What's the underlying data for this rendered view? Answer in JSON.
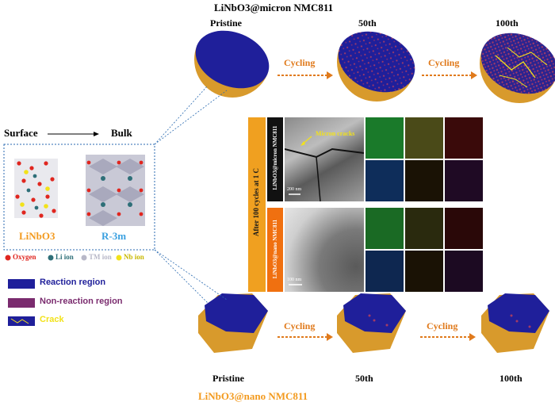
{
  "top_title": "LiNbO3@micron NMC811",
  "bottom_title": "LiNbO3@nano NMC811",
  "stages": {
    "pristine": "Pristine",
    "cycle50": "50th",
    "cycle100": "100th"
  },
  "arrow_label": "Cycling",
  "surface_label": "Surface",
  "bulk_label": "Bulk",
  "crystal_left": "LiNbO3",
  "crystal_right": "R-3m",
  "atoms": [
    {
      "label": "Oxygen",
      "color": "#e0261f"
    },
    {
      "label": "Li ion",
      "color": "#2e6f78"
    },
    {
      "label": "TM ion",
      "color": "#b8b8c8"
    },
    {
      "label": "Nb ion",
      "color": "#f2e21a"
    }
  ],
  "legend": {
    "reaction": "Reaction region",
    "non_reaction": "Non-reaction region",
    "crack": "Crack"
  },
  "legend_colors": {
    "reaction": "#1f1f9a",
    "non_reaction": "#7a2b6e",
    "crack_text": "#f2e21a"
  },
  "vertical_label": "After 100 cycles at 1 C",
  "micron_panel_label": "LiNbO3@micron NMC811",
  "nano_panel_label": "LiNbO3@nano NMC811",
  "micron_annotation": "Micron cracks",
  "scale_micron": "200 nm",
  "scale_nano": "100 nm",
  "colors": {
    "orange": "#f39a1e",
    "blue": "#1f1f9a",
    "shell": "#d89a2c",
    "arrow": "#e07a1c"
  }
}
